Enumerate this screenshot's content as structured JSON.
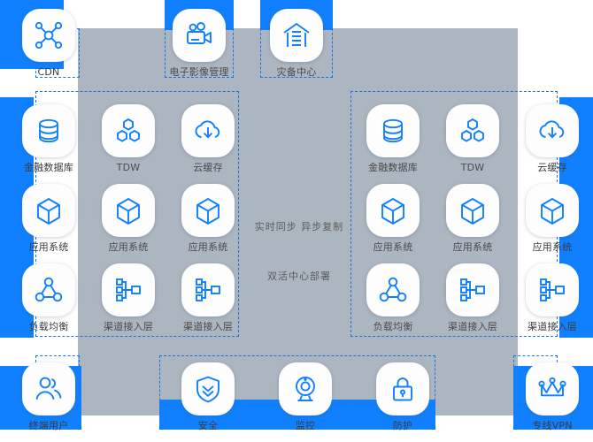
{
  "colors": {
    "brand_blue": "#1180ff",
    "panel_gray": "#acb6c1",
    "tile_white": "#fdfdfd",
    "frame_dash": "#1a73e8",
    "label_gray": "#4a4a4a"
  },
  "center": {
    "line1": "实时同步  异步复制",
    "line2": "双活中心部署"
  },
  "nodes": {
    "top": [
      {
        "id": "cdn",
        "label": "CDN",
        "icon": "network-nodes-icon"
      },
      {
        "id": "eim",
        "label": "电子影像管理",
        "icon": "video-camera-icon"
      },
      {
        "id": "dr-center",
        "label": "灾备中心",
        "icon": "warehouse-icon"
      }
    ],
    "left_cluster": [
      {
        "id": "l-fin-db",
        "label": "金融数据库",
        "icon": "database-icon"
      },
      {
        "id": "l-tdw",
        "label": "TDW",
        "icon": "hexagon-cluster-icon"
      },
      {
        "id": "l-cloud",
        "label": "云缓存",
        "icon": "cloud-download-icon"
      },
      {
        "id": "l-app1",
        "label": "应用系统",
        "icon": "cube-icon"
      },
      {
        "id": "l-app2",
        "label": "应用系统",
        "icon": "cube-icon"
      },
      {
        "id": "l-app3",
        "label": "应用系统",
        "icon": "cube-icon"
      },
      {
        "id": "l-lb",
        "label": "负载均衡",
        "icon": "load-balance-icon"
      },
      {
        "id": "l-ch1",
        "label": "渠道接入层",
        "icon": "hierarchy-icon"
      },
      {
        "id": "l-ch2",
        "label": "渠道接入层",
        "icon": "hierarchy-icon"
      }
    ],
    "right_cluster": [
      {
        "id": "r-fin-db",
        "label": "金融数据库",
        "icon": "database-icon"
      },
      {
        "id": "r-tdw",
        "label": "TDW",
        "icon": "hexagon-cluster-icon"
      },
      {
        "id": "r-cloud",
        "label": "云缓存",
        "icon": "cloud-download-icon"
      },
      {
        "id": "r-app1",
        "label": "应用系统",
        "icon": "cube-icon"
      },
      {
        "id": "r-app2",
        "label": "应用系统",
        "icon": "cube-icon"
      },
      {
        "id": "r-app3",
        "label": "应用系统",
        "icon": "cube-icon"
      },
      {
        "id": "r-lb",
        "label": "负载均衡",
        "icon": "load-balance-icon"
      },
      {
        "id": "r-ch1",
        "label": "渠道接入层",
        "icon": "hierarchy-icon"
      },
      {
        "id": "r-ch2",
        "label": "渠道接入层",
        "icon": "hierarchy-icon"
      }
    ],
    "bottom": [
      {
        "id": "b-user",
        "label": "终端用户",
        "icon": "users-icon"
      },
      {
        "id": "b-security",
        "label": "安全",
        "icon": "shield-icon"
      },
      {
        "id": "b-monitor",
        "label": "监控",
        "icon": "webcam-icon"
      },
      {
        "id": "b-protect",
        "label": "防护",
        "icon": "lock-icon"
      },
      {
        "id": "b-vpn",
        "label": "专线VPN",
        "icon": "crown-icon"
      }
    ]
  }
}
